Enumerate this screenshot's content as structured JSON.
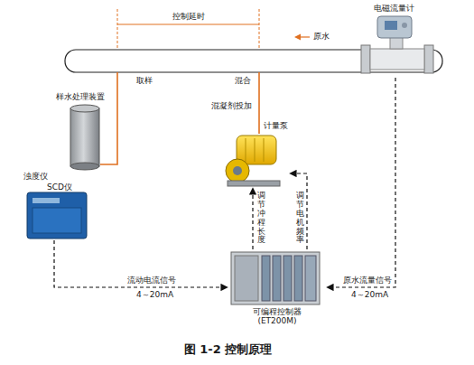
{
  "diagram": {
    "caption": "图 1-2 控制原理",
    "nodes": [
      {
        "text": [
          "电磁流量计"
        ]
      },
      {
        "text": [
          "样水处理装置"
        ]
      },
      {
        "text": [
          "浊度仪",
          "SCD仪"
        ]
      },
      {
        "text": [
          "计量泵"
        ]
      },
      {
        "text": [
          "可编程控制器",
          "(ET200M)"
        ]
      }
    ],
    "edges": [
      {
        "from": 2,
        "to": 4,
        "arrow": "to",
        "label": "流动电流信号"
      },
      {
        "from": 0,
        "to": 4,
        "arrow": "to",
        "label": "原水流量信号"
      },
      {
        "from": 4,
        "to": 3,
        "arrow": "to",
        "label": "调节冲程长度"
      },
      {
        "from": 4,
        "to": 3,
        "arrow": "to",
        "label": "调节电机频率"
      }
    ],
    "labels": [
      "控制延时",
      "原水",
      "取样",
      "混合",
      "混凝剂投加",
      "4～20mA",
      "4～20mA"
    ]
  }
}
